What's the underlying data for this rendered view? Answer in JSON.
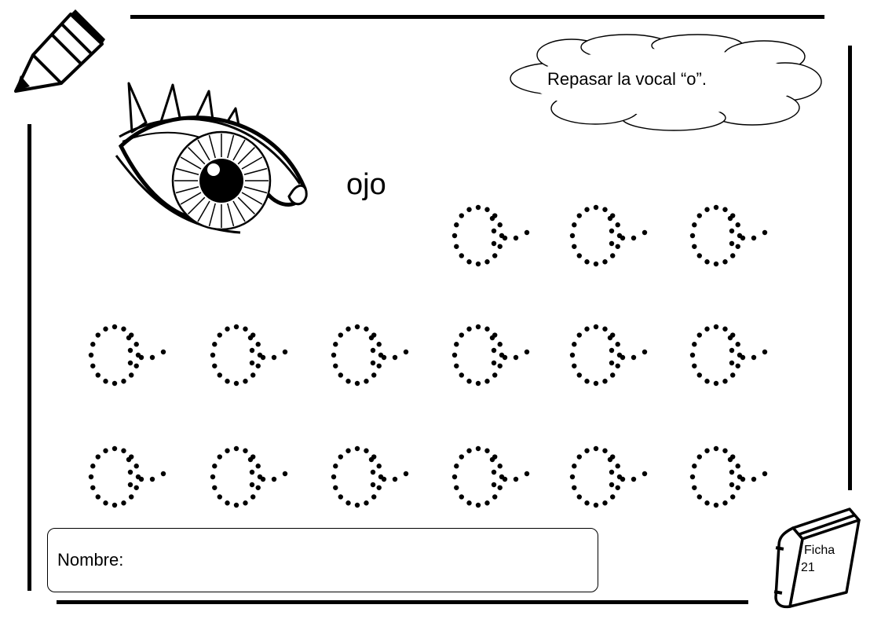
{
  "instruction": "Repasar la vocal “o”.",
  "word": "ojo",
  "name_field": {
    "label": "Nombre:"
  },
  "sheet": {
    "label": "Ficha",
    "number": "21"
  },
  "tracing": {
    "letter": "o",
    "rows": [
      3,
      6,
      6
    ]
  },
  "icons": {
    "pencil": "pencil-icon",
    "eye": "eye-illustration",
    "book": "book-icon",
    "cloud": "speech-cloud"
  },
  "colors": {
    "ink": "#000000",
    "paper": "#ffffff"
  }
}
